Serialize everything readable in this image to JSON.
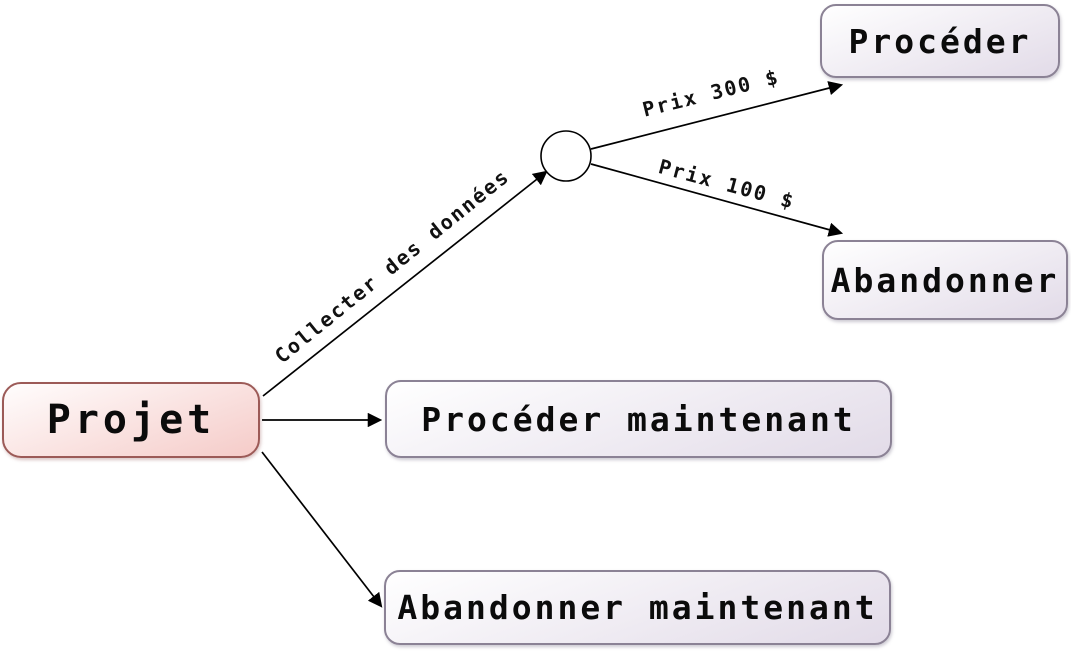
{
  "diagram": {
    "type": "decision-tree",
    "nodes": {
      "projet": {
        "label": "Projet",
        "kind": "root-decision"
      },
      "chance": {
        "kind": "chance-node",
        "label": ""
      },
      "proceder": {
        "label": "Procéder",
        "kind": "outcome"
      },
      "abandonner": {
        "label": "Abandonner",
        "kind": "outcome"
      },
      "proceder_maintenant": {
        "label": "Procéder maintenant",
        "kind": "outcome"
      },
      "abandonner_maintenant": {
        "label": "Abandonner maintenant",
        "kind": "outcome"
      }
    },
    "edges": [
      {
        "from": "projet",
        "to": "chance",
        "label": "Collecter des données"
      },
      {
        "from": "chance",
        "to": "proceder",
        "label": "Prix 300 $"
      },
      {
        "from": "chance",
        "to": "abandonner",
        "label": "Prix 100 $"
      },
      {
        "from": "projet",
        "to": "proceder_maintenant",
        "label": ""
      },
      {
        "from": "projet",
        "to": "abandonner_maintenant",
        "label": ""
      }
    ],
    "colors": {
      "background": "#ffffff",
      "root_fill_top": "#fffdfd",
      "root_fill_bottom": "#f5cbc8",
      "root_border": "#9c5a57",
      "option_fill_top": "#ffffff",
      "option_fill_bottom": "#e2dbe8",
      "option_border": "#8b8295",
      "line": "#000000"
    }
  }
}
